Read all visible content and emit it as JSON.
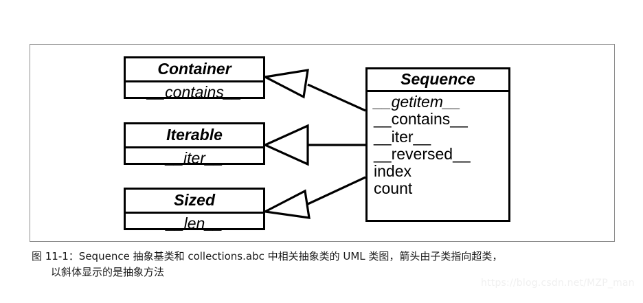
{
  "figure": {
    "caption_line1": "图 11-1：Sequence 抽象基类和 collections.abc 中相关抽象类的 UML 类图，箭头由子类指向超类，",
    "caption_line2": "以斜体显示的是抽象方法",
    "watermark": "https://blog.csdn.net/MZP_man",
    "frame_color": "#8c8c8c",
    "line_color": "#000000",
    "background": "#ffffff"
  },
  "classes": [
    {
      "id": "container",
      "name": "Container",
      "is_abstract": true,
      "members": [
        {
          "label": "__contains__",
          "is_abstract": true
        }
      ]
    },
    {
      "id": "iterable",
      "name": "Iterable",
      "is_abstract": true,
      "members": [
        {
          "label": "__iter__",
          "is_abstract": true
        }
      ]
    },
    {
      "id": "sized",
      "name": "Sized",
      "is_abstract": true,
      "members": [
        {
          "label": "__len__",
          "is_abstract": true
        }
      ]
    },
    {
      "id": "sequence",
      "name": "Sequence",
      "is_abstract": true,
      "members": [
        {
          "label": "__getitem__",
          "is_abstract": true
        },
        {
          "label": "__contains__",
          "is_abstract": false
        },
        {
          "label": "__iter__",
          "is_abstract": false
        },
        {
          "label": "__reversed__",
          "is_abstract": false
        },
        {
          "label": "index",
          "is_abstract": false
        },
        {
          "label": "count",
          "is_abstract": false
        }
      ]
    }
  ],
  "relations": [
    {
      "type": "generalization",
      "from": "sequence",
      "to": "container"
    },
    {
      "type": "generalization",
      "from": "sequence",
      "to": "iterable"
    },
    {
      "type": "generalization",
      "from": "sequence",
      "to": "sized"
    }
  ]
}
